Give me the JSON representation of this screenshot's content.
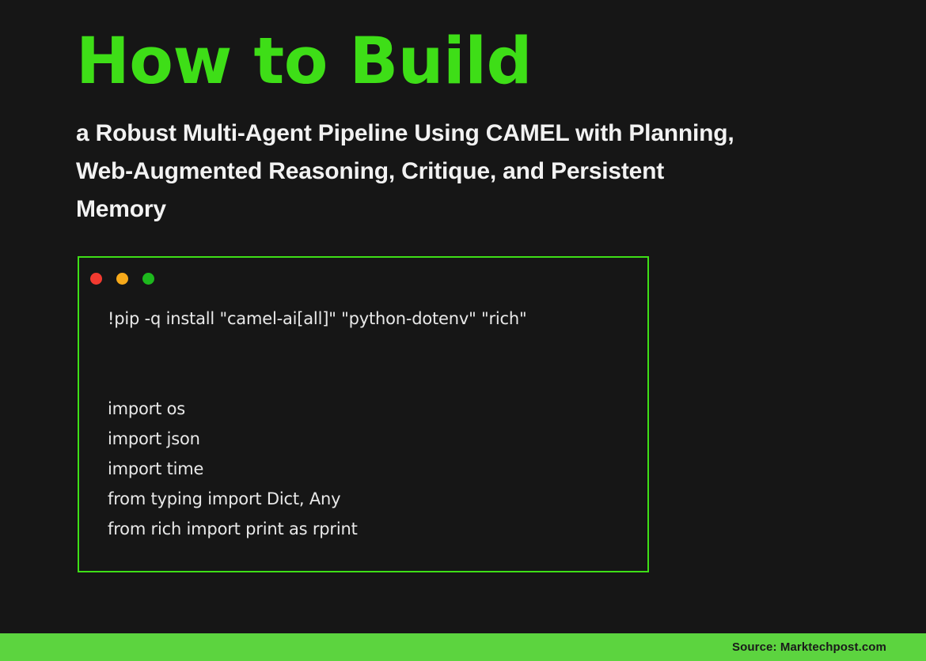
{
  "slide": {
    "background_color": "#161616",
    "accent_color": "#3ede17",
    "footer_color": "#5cd43f"
  },
  "header": {
    "title": "How to Build",
    "subtitle": "a Robust Multi-Agent Pipeline Using CAMEL with Planning, Web-Augmented Reasoning, Critique, and Persistent Memory"
  },
  "code_window": {
    "dots": [
      {
        "name": "close",
        "color": "#f23a30"
      },
      {
        "name": "minimize",
        "color": "#f6a91a"
      },
      {
        "name": "maximize",
        "color": "#1db81d"
      }
    ],
    "lines_top": [
      "!pip -q install \"camel-ai[all]\" \"python-dotenv\" \"rich\""
    ],
    "lines_bottom": [
      "import os",
      "import json",
      "import time",
      "from typing import Dict, Any",
      "from rich import print as rprint"
    ]
  },
  "footer": {
    "source": "Source: Marktechpost.com"
  }
}
